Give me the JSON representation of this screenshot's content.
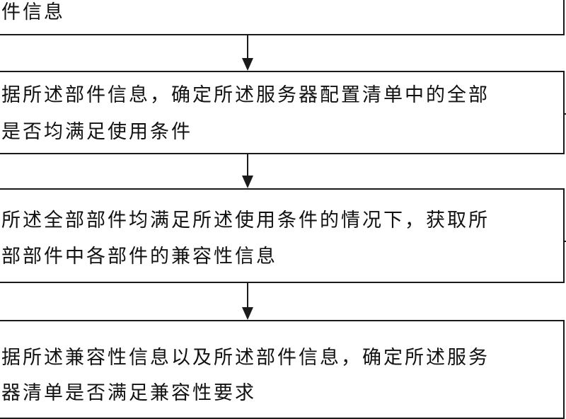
{
  "flowchart": {
    "steps": [
      {
        "lines": [
          "件信息"
        ]
      },
      {
        "lines": [
          "据所述部件信息，确定所述服务器配置清单中的全部",
          "是否均满足使用条件"
        ]
      },
      {
        "lines": [
          "所述全部部件均满足所述使用条件的情况下，获取所",
          "部部件中各部件的兼容性信息"
        ]
      },
      {
        "lines": [
          "据所述兼容性信息以及所述部件信息，确定所述服务",
          "器清单是否满足兼容性要求"
        ]
      }
    ]
  }
}
